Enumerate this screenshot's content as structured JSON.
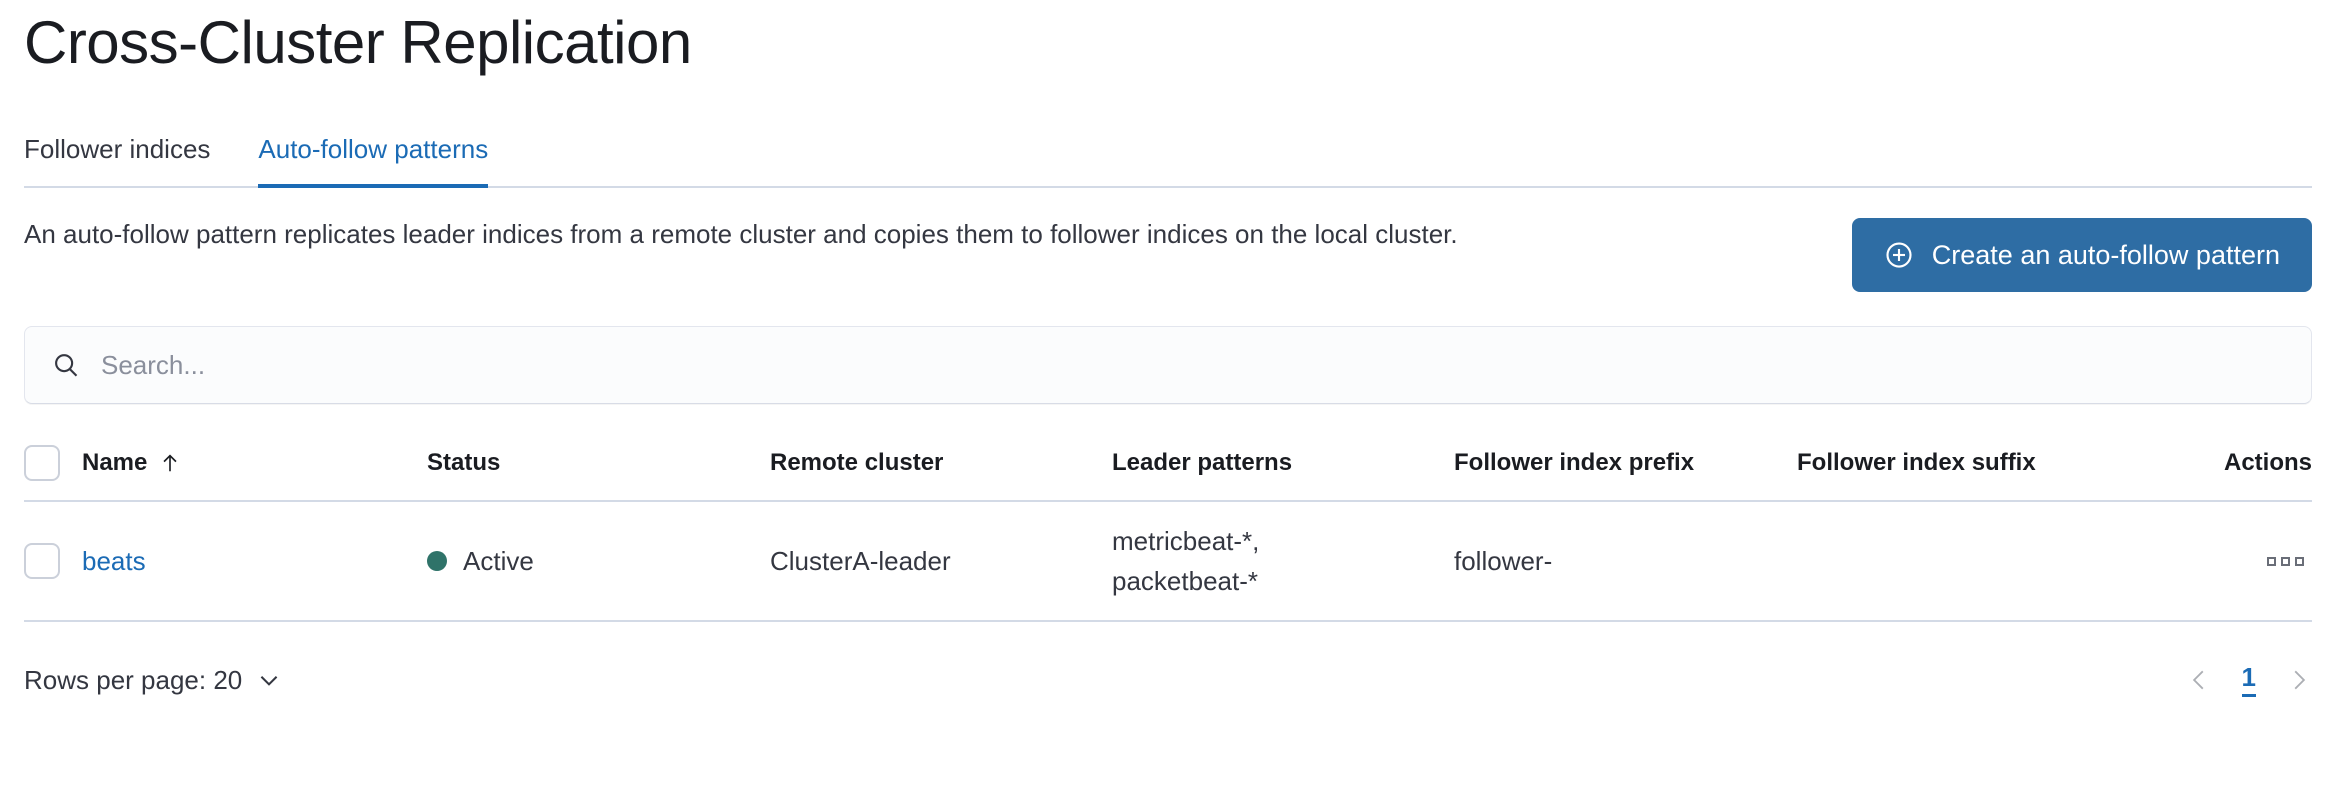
{
  "page": {
    "title": "Cross-Cluster Replication"
  },
  "tabs": [
    {
      "label": "Follower indices",
      "active": false,
      "name": "tab-follower-indices"
    },
    {
      "label": "Auto-follow patterns",
      "active": true,
      "name": "tab-auto-follow-patterns"
    }
  ],
  "intro": {
    "description": "An auto-follow pattern replicates leader indices from a remote cluster and copies them to follower indices on the local cluster.",
    "create_button_label": "Create an auto-follow pattern",
    "create_button_icon": "plus-in-circle-icon"
  },
  "search": {
    "placeholder": "Search...",
    "value": "",
    "icon": "search-icon"
  },
  "table": {
    "columns": [
      {
        "key": "name",
        "label": "Name",
        "sorted": "asc",
        "sort_icon": "arrow-up-icon"
      },
      {
        "key": "status",
        "label": "Status"
      },
      {
        "key": "remote_cluster",
        "label": "Remote cluster"
      },
      {
        "key": "leader_patterns",
        "label": "Leader patterns"
      },
      {
        "key": "follower_index_prefix",
        "label": "Follower index prefix"
      },
      {
        "key": "follower_index_suffix",
        "label": "Follower index suffix"
      },
      {
        "key": "actions",
        "label": "Actions"
      }
    ],
    "rows": [
      {
        "name": "beats",
        "status": "Active",
        "status_color": "#2f7369",
        "remote_cluster": "ClusterA-leader",
        "leader_patterns": [
          "metricbeat-*,",
          "packetbeat-*"
        ],
        "follower_index_prefix": "follower-",
        "follower_index_suffix": "",
        "actions_icon": "more-actions-icon"
      }
    ]
  },
  "footer": {
    "rows_per_page_label": "Rows per page: 20",
    "rows_per_page_icon": "chevron-down-icon",
    "prev_icon": "chevron-left-icon",
    "next_icon": "chevron-right-icon",
    "current_page": "1"
  },
  "colors": {
    "primary_blue": "#1b6bb5",
    "button_blue": "#2e6da4",
    "status_green": "#2f7369",
    "border": "#d3dae6",
    "text": "#343741"
  }
}
